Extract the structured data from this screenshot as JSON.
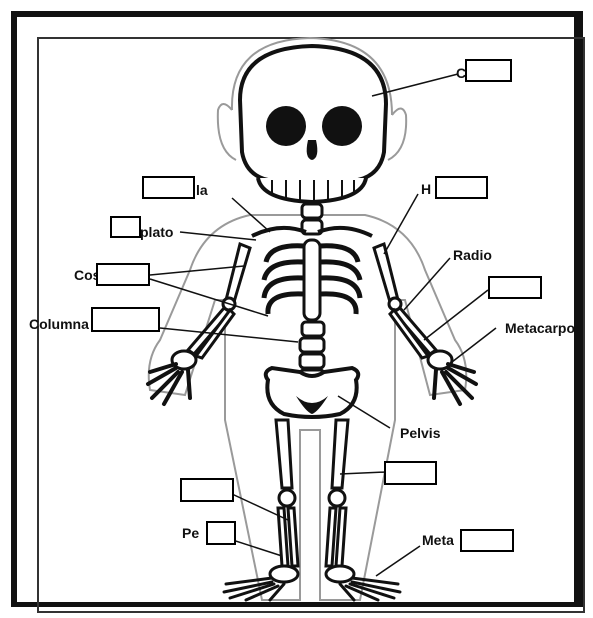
{
  "labels": {
    "craneo_partial": "C",
    "clavicula_partial": "la",
    "humero_partial": "H",
    "omoplato_partial": "plato",
    "radio": "Radio",
    "costillas_partial": "Cos",
    "columna": "Columna",
    "metacarpo": "Metacarpo",
    "pelvis": "Pelvis",
    "perone_partial": "Pe",
    "metatarso_partial": "Meta"
  },
  "colors": {
    "ink": "#111111",
    "paper": "#ffffff",
    "outline_gray": "#9a9a9a"
  }
}
